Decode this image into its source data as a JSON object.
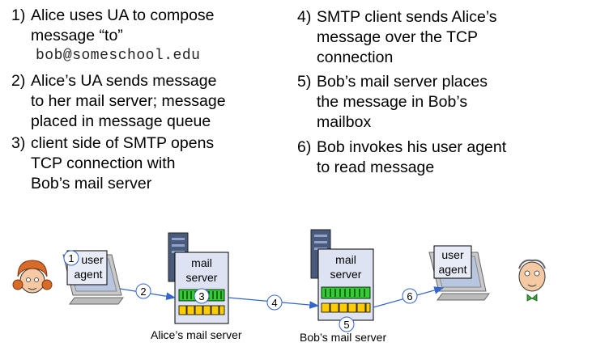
{
  "steps": [
    {
      "num": "1)",
      "lines": [
        "Alice uses UA to compose",
        "message “to”"
      ],
      "email": "bob@someschool.edu"
    },
    {
      "num": "2)",
      "lines": [
        "Alice’s UA sends message",
        "to her mail server; message",
        "placed in message queue"
      ]
    },
    {
      "num": "3)",
      "lines": [
        "client side of SMTP opens",
        "TCP connection with",
        "Bob’s mail server"
      ]
    },
    {
      "num": "4)",
      "lines": [
        "SMTP client sends Alice’s",
        "message over the TCP",
        "connection"
      ]
    },
    {
      "num": "5)",
      "lines": [
        "Bob’s mail server places",
        "the message in Bob’s",
        "mailbox"
      ]
    },
    {
      "num": "6)",
      "lines": [
        "Bob invokes his user agent",
        "to read message"
      ]
    }
  ],
  "diagram": {
    "alice_ua": {
      "line1": "user",
      "line2": "agent"
    },
    "alice_server": {
      "line1": "mail",
      "line2": "server",
      "caption": "Alice’s mail server"
    },
    "bob_server": {
      "line1": "mail",
      "line2": "server",
      "caption": "Bob’s mail server"
    },
    "bob_ua": {
      "line1": "user",
      "line2": "agent"
    },
    "markers": [
      "1",
      "2",
      "3",
      "4",
      "5",
      "6"
    ],
    "colors": {
      "arrow": "#3366cc",
      "queue_green": "#33cc33",
      "mailbox_yellow": "#ffcc00",
      "server_box": "#dde3f2"
    }
  }
}
